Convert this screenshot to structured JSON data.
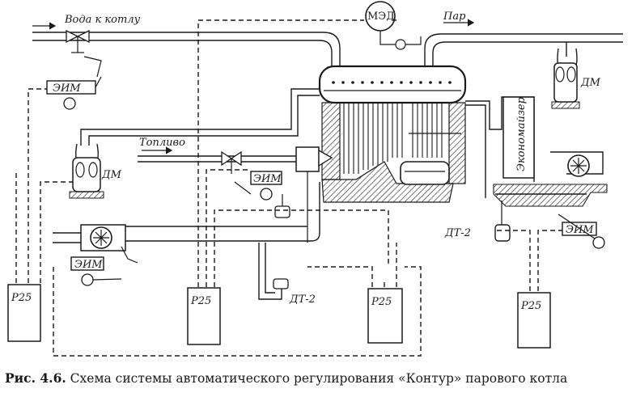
{
  "labels": {
    "water_to_boiler": "Вода к котлу",
    "steam": "Пар",
    "fuel": "Топливо",
    "med": "МЭД",
    "dm_top_right": "ДМ",
    "dm_left": "ДМ",
    "economizer": "Экономайзер",
    "dt2_center": "ДТ-2",
    "dt2_right": "ДТ-2",
    "eim_top_left": "ЭИМ",
    "eim_fuel": "ЭИМ",
    "eim_fan": "ЭИМ",
    "eim_right": "ЭИМ",
    "p25_1": "Р25",
    "p25_2": "Р25",
    "p25_3": "Р25",
    "p25_4": "Р25"
  },
  "caption": {
    "number": "Рис. 4.6.",
    "text": " Схема системы автоматического регулирования «Контур» парового котла"
  }
}
